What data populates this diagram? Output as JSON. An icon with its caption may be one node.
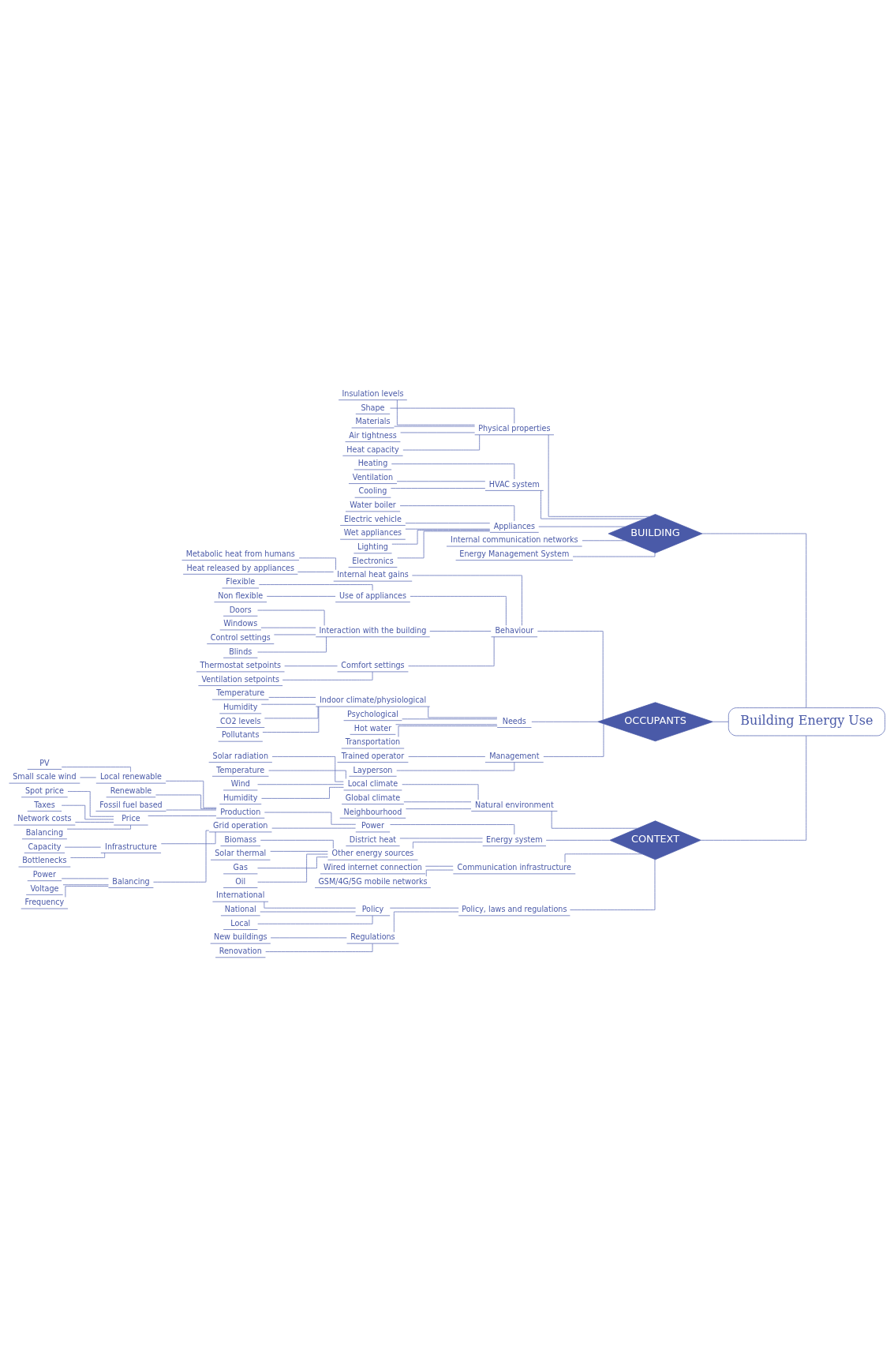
{
  "diagram": {
    "nodes": [
      {
        "text": [
          "Insulation levels"
        ]
      },
      {
        "text": [
          "Shape"
        ]
      },
      {
        "text": [
          "Materials"
        ]
      },
      {
        "text": [
          "Physical properties"
        ]
      },
      {
        "text": [
          "Air tightness"
        ]
      },
      {
        "text": [
          "Heat capacity"
        ]
      },
      {
        "text": [
          "Heating"
        ]
      },
      {
        "text": [
          "Ventilation"
        ]
      },
      {
        "text": [
          "HVAC system"
        ]
      },
      {
        "text": [
          "Cooling"
        ]
      },
      {
        "text": [
          "BUILDING"
        ]
      },
      {
        "text": [
          "Water boiler"
        ]
      },
      {
        "text": [
          "Electric vehicle"
        ]
      },
      {
        "text": [
          "Wet appliances"
        ]
      },
      {
        "text": [
          "Appliances"
        ]
      },
      {
        "text": [
          "Lighting"
        ]
      },
      {
        "text": [
          "Electronics"
        ]
      },
      {
        "text": [
          "Internal communication networks"
        ]
      },
      {
        "text": [
          "Energy Management System"
        ]
      },
      {
        "text": [
          "Metabolic heat from humans"
        ]
      },
      {
        "text": [
          "Internal heat gains"
        ]
      },
      {
        "text": [
          "Heat released by appliances"
        ]
      },
      {
        "text": [
          "Flexible"
        ]
      },
      {
        "text": [
          "Use of appliances"
        ]
      },
      {
        "text": [
          "Non flexible"
        ]
      },
      {
        "text": [
          "Behaviour"
        ]
      },
      {
        "text": [
          "Doors"
        ]
      },
      {
        "text": [
          "Windows"
        ]
      },
      {
        "text": [
          "Interaction with the building"
        ]
      },
      {
        "text": [
          "Control settings"
        ]
      },
      {
        "text": [
          "Blinds"
        ]
      },
      {
        "text": [
          "Thermostat setpoints"
        ]
      },
      {
        "text": [
          "Comfort settings"
        ]
      },
      {
        "text": [
          "Ventilation setpoints"
        ]
      },
      {
        "text": [
          "Temperature"
        ]
      },
      {
        "text": [
          "Humidity"
        ]
      },
      {
        "text": [
          "Indoor climate/physiological"
        ]
      },
      {
        "text": [
          "CO2 levels"
        ]
      },
      {
        "text": [
          "Pollutants"
        ]
      },
      {
        "text": [
          "OCCUPANTS"
        ]
      },
      {
        "text": [
          "Building Energy Use"
        ]
      },
      {
        "text": [
          "Psychological"
        ]
      },
      {
        "text": [
          "Needs"
        ]
      },
      {
        "text": [
          "Hot water"
        ]
      },
      {
        "text": [
          "Transportation"
        ]
      },
      {
        "text": [
          "Trained operator"
        ]
      },
      {
        "text": [
          "Management"
        ]
      },
      {
        "text": [
          "Layperson"
        ]
      },
      {
        "text": [
          "Solar radiation"
        ]
      },
      {
        "text": [
          "Temperature"
        ]
      },
      {
        "text": [
          "Local climate"
        ]
      },
      {
        "text": [
          "Wind"
        ]
      },
      {
        "text": [
          "Humidity"
        ]
      },
      {
        "text": [
          "Natural environment"
        ]
      },
      {
        "text": [
          "Global climate"
        ]
      },
      {
        "text": [
          "Neighbourhood"
        ]
      },
      {
        "text": [
          "PV"
        ]
      },
      {
        "text": [
          "Local renewable"
        ]
      },
      {
        "text": [
          "Small scale wind"
        ]
      },
      {
        "text": [
          "Renewable"
        ]
      },
      {
        "text": [
          "Fossil fuel based"
        ]
      },
      {
        "text": [
          "Production"
        ]
      },
      {
        "text": [
          "Spot price"
        ]
      },
      {
        "text": [
          "Taxes"
        ]
      },
      {
        "text": [
          "Price"
        ]
      },
      {
        "text": [
          "Network costs"
        ]
      },
      {
        "text": [
          "Power"
        ]
      },
      {
        "text": [
          "Balancing"
        ]
      },
      {
        "text": [
          "Capacity"
        ]
      },
      {
        "text": [
          "Infrastructure"
        ]
      },
      {
        "text": [
          "Bottlenecks"
        ]
      },
      {
        "text": [
          "Grid operation"
        ]
      },
      {
        "text": [
          "Power"
        ]
      },
      {
        "text": [
          "Voltage"
        ]
      },
      {
        "text": [
          "Balancing"
        ]
      },
      {
        "text": [
          "Energy system"
        ]
      },
      {
        "text": [
          "Frequency"
        ]
      },
      {
        "text": [
          "CONTEXT"
        ]
      },
      {
        "text": [
          "District heat"
        ]
      },
      {
        "text": [
          "Biomass"
        ]
      },
      {
        "text": [
          "Solar thermal"
        ]
      },
      {
        "text": [
          "Other energy sources"
        ]
      },
      {
        "text": [
          "Gas"
        ]
      },
      {
        "text": [
          "Oil"
        ]
      },
      {
        "text": [
          "Wired internet connection"
        ]
      },
      {
        "text": [
          "Communication infrastructure"
        ]
      },
      {
        "text": [
          "GSM/4G/5G mobile networks"
        ]
      },
      {
        "text": [
          "International"
        ]
      },
      {
        "text": [
          "Policy"
        ]
      },
      {
        "text": [
          "National"
        ]
      },
      {
        "text": [
          "Policy, laws and regulations"
        ]
      },
      {
        "text": [
          "Local"
        ]
      },
      {
        "text": [
          "New buildings"
        ]
      },
      {
        "text": [
          "Regulations"
        ]
      },
      {
        "text": [
          "Renovation"
        ]
      }
    ],
    "edges": [
      {
        "from": 40,
        "to": 10,
        "arrow": "none"
      },
      {
        "from": 40,
        "to": 39,
        "arrow": "none"
      },
      {
        "from": 40,
        "to": 77,
        "arrow": "none"
      },
      {
        "from": 10,
        "to": 3,
        "arrow": "none"
      },
      {
        "from": 10,
        "to": 8,
        "arrow": "none"
      },
      {
        "from": 10,
        "to": 14,
        "arrow": "none"
      },
      {
        "from": 10,
        "to": 17,
        "arrow": "none"
      },
      {
        "from": 10,
        "to": 18,
        "arrow": "none"
      },
      {
        "from": 3,
        "to": 0,
        "arrow": "none"
      },
      {
        "from": 3,
        "to": 1,
        "arrow": "none"
      },
      {
        "from": 3,
        "to": 2,
        "arrow": "none"
      },
      {
        "from": 3,
        "to": 4,
        "arrow": "none"
      },
      {
        "from": 3,
        "to": 5,
        "arrow": "none"
      },
      {
        "from": 8,
        "to": 6,
        "arrow": "none"
      },
      {
        "from": 8,
        "to": 7,
        "arrow": "none"
      },
      {
        "from": 8,
        "to": 9,
        "arrow": "none"
      },
      {
        "from": 14,
        "to": 11,
        "arrow": "none"
      },
      {
        "from": 14,
        "to": 12,
        "arrow": "none"
      },
      {
        "from": 14,
        "to": 13,
        "arrow": "none"
      },
      {
        "from": 14,
        "to": 15,
        "arrow": "none"
      },
      {
        "from": 14,
        "to": 16,
        "arrow": "none"
      },
      {
        "from": 39,
        "to": 25,
        "arrow": "none"
      },
      {
        "from": 39,
        "to": 42,
        "arrow": "none"
      },
      {
        "from": 39,
        "to": 46,
        "arrow": "none"
      },
      {
        "from": 25,
        "to": 20,
        "arrow": "none"
      },
      {
        "from": 25,
        "to": 23,
        "arrow": "none"
      },
      {
        "from": 25,
        "to": 28,
        "arrow": "none"
      },
      {
        "from": 25,
        "to": 32,
        "arrow": "none"
      },
      {
        "from": 20,
        "to": 19,
        "arrow": "none"
      },
      {
        "from": 20,
        "to": 21,
        "arrow": "none"
      },
      {
        "from": 23,
        "to": 22,
        "arrow": "none"
      },
      {
        "from": 23,
        "to": 24,
        "arrow": "none"
      },
      {
        "from": 28,
        "to": 26,
        "arrow": "none"
      },
      {
        "from": 28,
        "to": 27,
        "arrow": "none"
      },
      {
        "from": 28,
        "to": 29,
        "arrow": "none"
      },
      {
        "from": 28,
        "to": 30,
        "arrow": "none"
      },
      {
        "from": 32,
        "to": 31,
        "arrow": "none"
      },
      {
        "from": 32,
        "to": 33,
        "arrow": "none"
      },
      {
        "from": 42,
        "to": 36,
        "arrow": "none"
      },
      {
        "from": 42,
        "to": 41,
        "arrow": "none"
      },
      {
        "from": 42,
        "to": 43,
        "arrow": "none"
      },
      {
        "from": 42,
        "to": 44,
        "arrow": "none"
      },
      {
        "from": 36,
        "to": 34,
        "arrow": "none"
      },
      {
        "from": 36,
        "to": 35,
        "arrow": "none"
      },
      {
        "from": 36,
        "to": 37,
        "arrow": "none"
      },
      {
        "from": 36,
        "to": 38,
        "arrow": "none"
      },
      {
        "from": 46,
        "to": 45,
        "arrow": "none"
      },
      {
        "from": 46,
        "to": 47,
        "arrow": "none"
      },
      {
        "from": 77,
        "to": 53,
        "arrow": "none"
      },
      {
        "from": 77,
        "to": 75,
        "arrow": "none"
      },
      {
        "from": 77,
        "to": 85,
        "arrow": "none"
      },
      {
        "from": 77,
        "to": 90,
        "arrow": "none"
      },
      {
        "from": 53,
        "to": 50,
        "arrow": "none"
      },
      {
        "from": 53,
        "to": 54,
        "arrow": "none"
      },
      {
        "from": 53,
        "to": 55,
        "arrow": "none"
      },
      {
        "from": 50,
        "to": 48,
        "arrow": "none"
      },
      {
        "from": 50,
        "to": 49,
        "arrow": "none"
      },
      {
        "from": 50,
        "to": 51,
        "arrow": "none"
      },
      {
        "from": 50,
        "to": 52,
        "arrow": "none"
      },
      {
        "from": 75,
        "to": 66,
        "arrow": "none"
      },
      {
        "from": 75,
        "to": 78,
        "arrow": "none"
      },
      {
        "from": 75,
        "to": 81,
        "arrow": "none"
      },
      {
        "from": 66,
        "to": 61,
        "arrow": "none"
      },
      {
        "from": 66,
        "to": 71,
        "arrow": "none"
      },
      {
        "from": 61,
        "to": 57,
        "arrow": "none"
      },
      {
        "from": 61,
        "to": 59,
        "arrow": "none"
      },
      {
        "from": 61,
        "to": 60,
        "arrow": "none"
      },
      {
        "from": 61,
        "to": 64,
        "arrow": "none"
      },
      {
        "from": 57,
        "to": 56,
        "arrow": "none"
      },
      {
        "from": 57,
        "to": 58,
        "arrow": "none"
      },
      {
        "from": 64,
        "to": 62,
        "arrow": "none"
      },
      {
        "from": 64,
        "to": 63,
        "arrow": "none"
      },
      {
        "from": 64,
        "to": 65,
        "arrow": "none"
      },
      {
        "from": 64,
        "to": 67,
        "arrow": "none"
      },
      {
        "from": 71,
        "to": 69,
        "arrow": "none"
      },
      {
        "from": 71,
        "to": 74,
        "arrow": "none"
      },
      {
        "from": 69,
        "to": 68,
        "arrow": "none"
      },
      {
        "from": 69,
        "to": 70,
        "arrow": "none"
      },
      {
        "from": 74,
        "to": 72,
        "arrow": "none"
      },
      {
        "from": 74,
        "to": 73,
        "arrow": "none"
      },
      {
        "from": 74,
        "to": 76,
        "arrow": "none"
      },
      {
        "from": 81,
        "to": 79,
        "arrow": "none"
      },
      {
        "from": 81,
        "to": 80,
        "arrow": "none"
      },
      {
        "from": 81,
        "to": 82,
        "arrow": "none"
      },
      {
        "from": 81,
        "to": 83,
        "arrow": "none"
      },
      {
        "from": 85,
        "to": 84,
        "arrow": "none"
      },
      {
        "from": 85,
        "to": 86,
        "arrow": "none"
      },
      {
        "from": 90,
        "to": 88,
        "arrow": "none"
      },
      {
        "from": 90,
        "to": 93,
        "arrow": "none"
      },
      {
        "from": 88,
        "to": 87,
        "arrow": "none"
      },
      {
        "from": 88,
        "to": 89,
        "arrow": "none"
      },
      {
        "from": 88,
        "to": 91,
        "arrow": "none"
      },
      {
        "from": 93,
        "to": 92,
        "arrow": "none"
      },
      {
        "from": 93,
        "to": 94,
        "arrow": "none"
      }
    ]
  }
}
